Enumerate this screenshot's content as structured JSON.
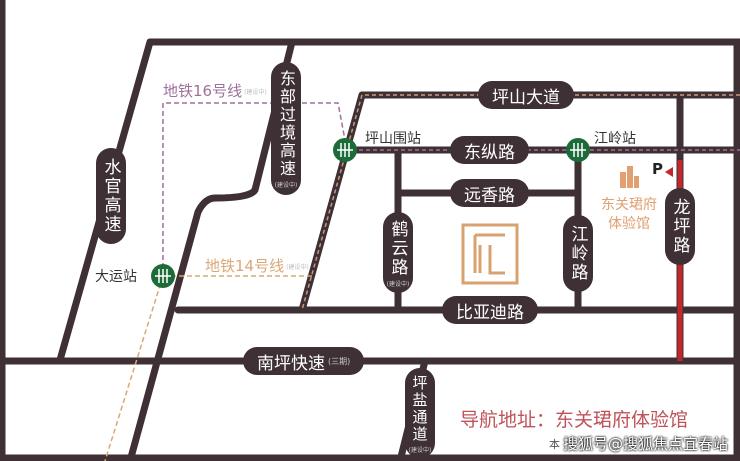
{
  "roads": {
    "shuiguan": "水官高速",
    "dongbu": "东部过境高速",
    "dongbu_note": "(建设中)",
    "pingshan_avenue": "坪山大道",
    "dongzong": "东纵路",
    "yuanxiang": "远香路",
    "heyun": "鹤云路",
    "heyun_note": "(建设中)",
    "jiangling_road": "江岭路",
    "longping": "龙坪路",
    "byd": "比亚迪路",
    "nanping": "南坪快速",
    "nanping_note": "(三期)",
    "pingyan": "坪盐通道",
    "pingyan_note": "(建设中)"
  },
  "metro": {
    "line16": "地铁16号线",
    "line14": "地铁14号线",
    "line_note": "(建设中)",
    "stations": [
      "坪山围站",
      "江岭站",
      "大运站"
    ]
  },
  "poi": {
    "parking": "P",
    "name": "东关珺府体验馆"
  },
  "footer": {
    "address": "导航地址：东关珺府体验馆",
    "watermark_prefix": "本",
    "watermark": "搜狐号@搜狐焦点宜春站"
  },
  "colors": {
    "road": "#3e3034",
    "metro_station": "#1e6b3a",
    "line16": "#a0709a",
    "line14": "#d9a878",
    "accent": "#c0525a",
    "poi": "#e0a070"
  }
}
